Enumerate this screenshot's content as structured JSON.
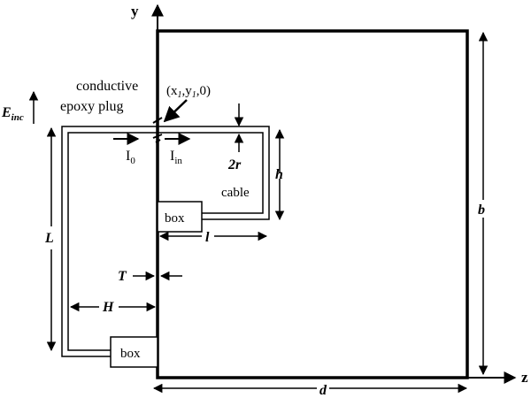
{
  "axes": {
    "y_label": "y",
    "z_label": "z"
  },
  "labels": {
    "e_inc_main": "E",
    "e_inc_sub": "inc",
    "conductive_line1": "conductive",
    "conductive_line2": "epoxy plug",
    "point_open": "(x",
    "point_x_sub": "1",
    "point_comma1": ",y",
    "point_y_sub": "1",
    "point_close": ",0)",
    "i0_main": "I",
    "i0_sub": "0",
    "iin_main": "I",
    "iin_sub": "in",
    "two_r": "2r",
    "h": "h",
    "cable": "cable",
    "box_upper": "box",
    "box_lower": "box",
    "l": "l",
    "L": "L",
    "b": "b",
    "T": "T",
    "H": "H",
    "d": "d"
  }
}
